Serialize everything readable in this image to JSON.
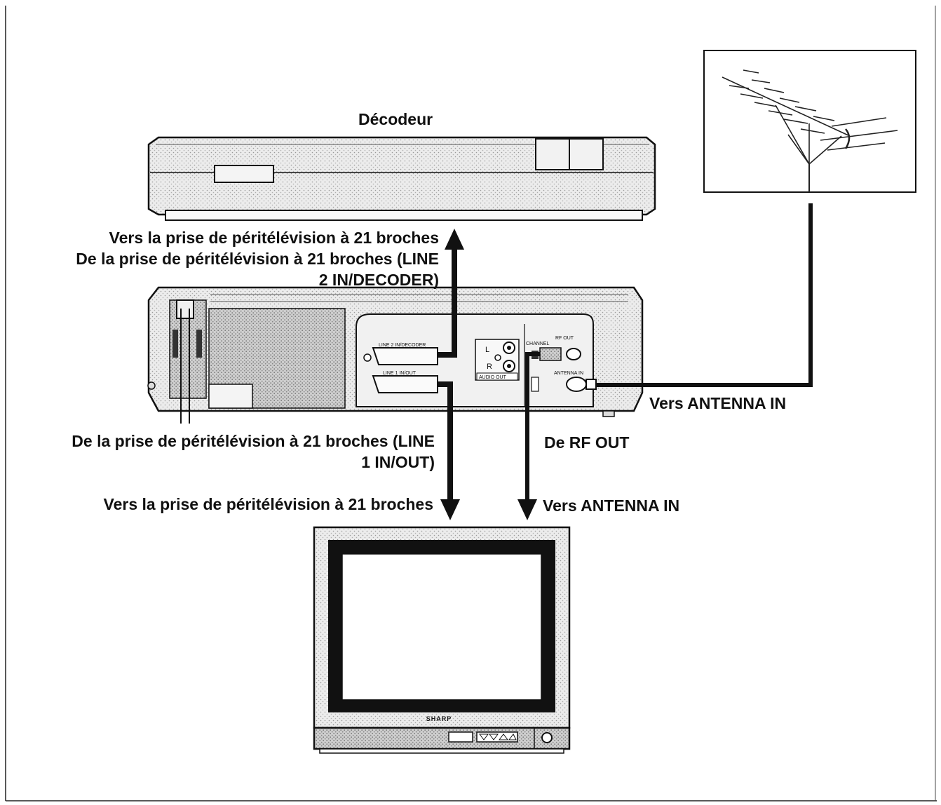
{
  "devices": {
    "decoder": {
      "label": "Décodeur"
    },
    "vcr": {
      "panel_labels": {
        "line2": "LINE 2 IN/DECODER",
        "line1": "LINE 1 IN/OUT",
        "audio_l": "L",
        "audio_r": "R",
        "audio_out": "AUDIO OUT",
        "channel": "CHANNEL",
        "rf_out": "RF OUT",
        "antenna_in": "ANTENNA IN"
      }
    },
    "tv": {
      "brand": "SHARP"
    }
  },
  "labels": {
    "decoder_link_to": "Vers la prise de péritélévision à 21 broches",
    "decoder_link_from_1": "De la prise de péritélévision à 21 broches (LINE",
    "decoder_link_from_2": "2 IN/DECODER)",
    "antenna_to_vcr": "Vers ANTENNA IN",
    "tv_link_from_1": "De la prise de péritélévision à 21 broches (LINE",
    "tv_link_from_2": "1 IN/OUT)",
    "rf_from": "De RF OUT",
    "tv_link_to": "Vers la prise de péritélévision à 21 broches",
    "tv_antenna_to": "Vers ANTENNA IN"
  },
  "colors": {
    "ink": "#111111",
    "panel": "#e6e6e6",
    "panel_dark": "#bdbdbd",
    "screen": "#ffffff"
  }
}
